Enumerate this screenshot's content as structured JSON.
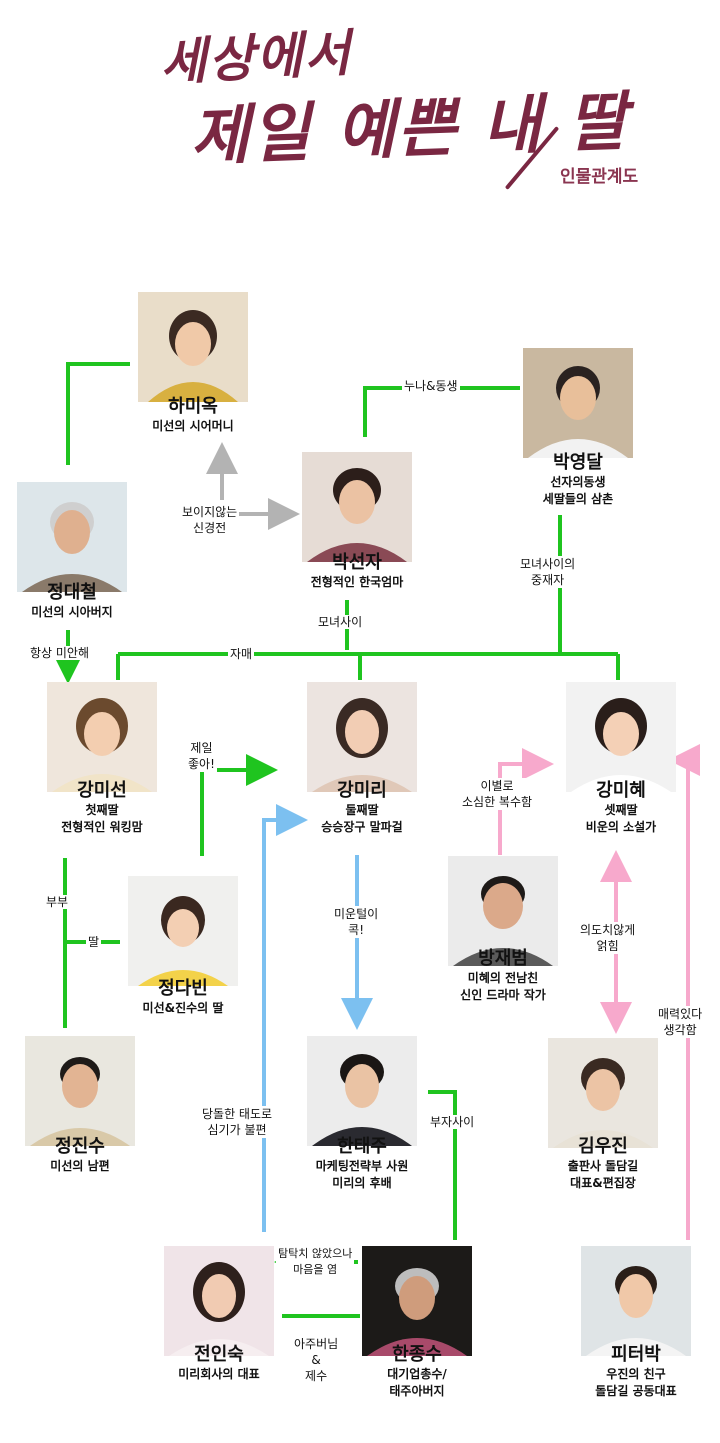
{
  "title": {
    "line1": "세상에서",
    "line2": "제일 예쁜 내 딸",
    "subtitle": "인물관계도"
  },
  "characters": {
    "hamiok": {
      "name": "하미옥",
      "desc": [
        "미선의 시어머니"
      ]
    },
    "parkyoungdal": {
      "name": "박영달",
      "desc": [
        "선자의동생",
        "세딸들의 삼촌"
      ]
    },
    "jungdaechul": {
      "name": "정대철",
      "desc": [
        "미선의 시아버지"
      ]
    },
    "parkseonja": {
      "name": "박선자",
      "desc": [
        "전형적인 한국엄마"
      ]
    },
    "kangmiseon": {
      "name": "강미선",
      "desc": [
        "첫째딸",
        "전형적인 워킹맘"
      ]
    },
    "kangmiri": {
      "name": "강미리",
      "desc": [
        "둘째딸",
        "승승장구 말파걸"
      ]
    },
    "kangmihye": {
      "name": "강미혜",
      "desc": [
        "셋째딸",
        "비운의 소설가"
      ]
    },
    "jungdabin": {
      "name": "정다빈",
      "desc": [
        "미선&진수의 딸"
      ]
    },
    "bangjaebeom": {
      "name": "방재범",
      "desc": [
        "미혜의 전남친",
        "신인 드라마 작가"
      ]
    },
    "jungjinsu": {
      "name": "정진수",
      "desc": [
        "미선의 남편"
      ]
    },
    "hantaeju": {
      "name": "한태주",
      "desc": [
        "마케팅전략부 사원",
        "미리의 후배"
      ]
    },
    "kimwoojin": {
      "name": "김우진",
      "desc": [
        "출판사 돌담길",
        "대표&편집장"
      ]
    },
    "jeoninsuk": {
      "name": "전인숙",
      "desc": [
        "미리회사의 대표"
      ]
    },
    "hanjongsu": {
      "name": "한종수",
      "desc": [
        "대기업총수/",
        "태주아버지"
      ]
    },
    "peterpark": {
      "name": "피터박",
      "desc": [
        "우진의 친구",
        "돌담길 공동대표"
      ]
    }
  },
  "relations": {
    "sibling": "누나&동생",
    "invisible": [
      "보이지않는",
      "신경전"
    ],
    "mediator": [
      "모녀사이의",
      "중재자"
    ],
    "mother_daughter": "모녀사이",
    "always_sorry": "항상 미안해",
    "sisters": "자매",
    "like_best": [
      "제일",
      "좋아!"
    ],
    "revenge": [
      "이별로",
      "소심한 복수함"
    ],
    "couple": "부부",
    "daughter": "딸",
    "dislike": [
      "미운털이",
      "콕!"
    ],
    "accidental": [
      "의도치않게",
      "얽힘"
    ],
    "attractive": [
      "매력있다",
      "생각함"
    ],
    "bold_attitude": [
      "당돌한 태도로",
      "심기가 불편"
    ],
    "father_son": "부자사이",
    "lost_heart": [
      "탐탁치 않았으나",
      "마음을 염"
    ],
    "in_law": [
      "아주버님",
      "&",
      "제수"
    ]
  },
  "colors": {
    "green": "#1fc41f",
    "blue": "#7cc0f0",
    "pink": "#f7a9cc",
    "gray": "#b3b3b3",
    "title": "#7a2742"
  }
}
